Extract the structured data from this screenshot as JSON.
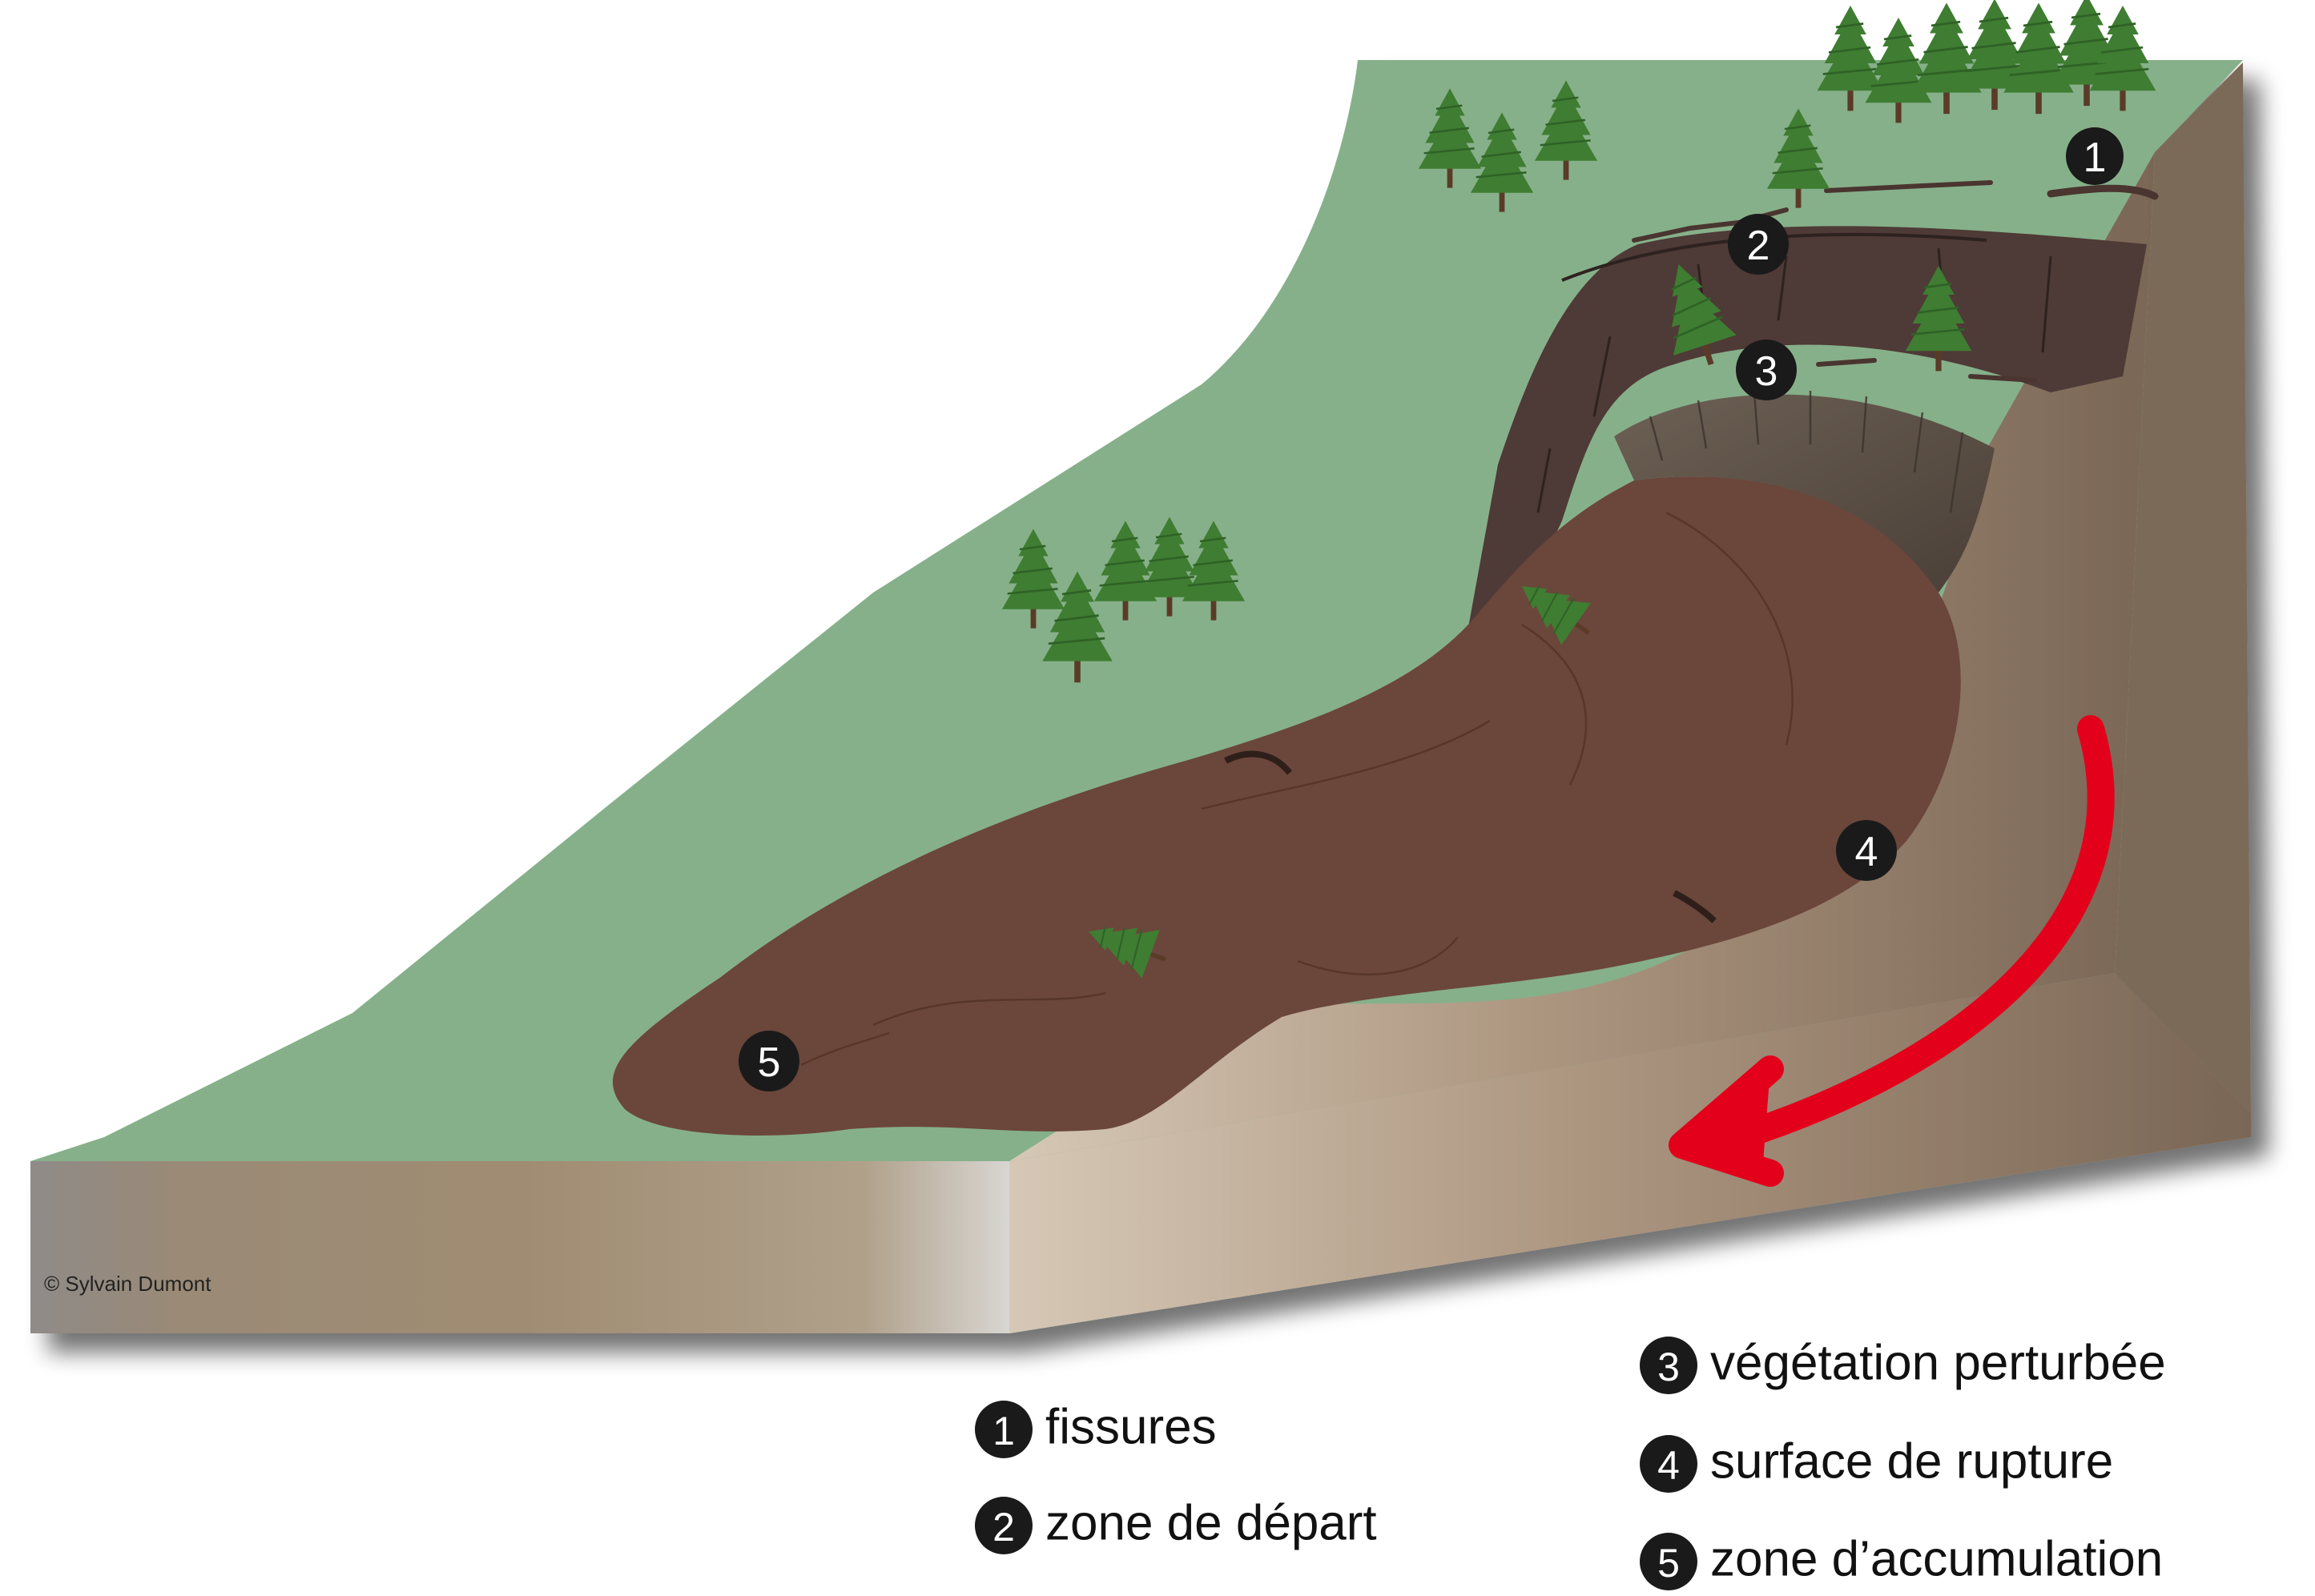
{
  "diagram": {
    "copyright": "© Sylvain Dumont",
    "markers": [
      {
        "number": "1"
      },
      {
        "number": "2"
      },
      {
        "number": "3"
      },
      {
        "number": "4"
      },
      {
        "number": "5"
      }
    ]
  },
  "legend": [
    {
      "number": "1",
      "text": "fissures"
    },
    {
      "number": "2",
      "text": "zone de départ"
    },
    {
      "number": "3",
      "text": "végétation perturbée"
    },
    {
      "number": "4",
      "text": "surface de rupture"
    },
    {
      "number": "5",
      "text": "zone d’accumulation"
    }
  ],
  "colors": {
    "grass": "#86b08a",
    "landslide": "#6b463b",
    "scarp": "#4e3a36",
    "rupture_surface": "#5a4e47",
    "side_face": "#8a7563",
    "tree": "#3f7d32",
    "arrow": "#e3001b",
    "marker": "#1a1a1a"
  }
}
